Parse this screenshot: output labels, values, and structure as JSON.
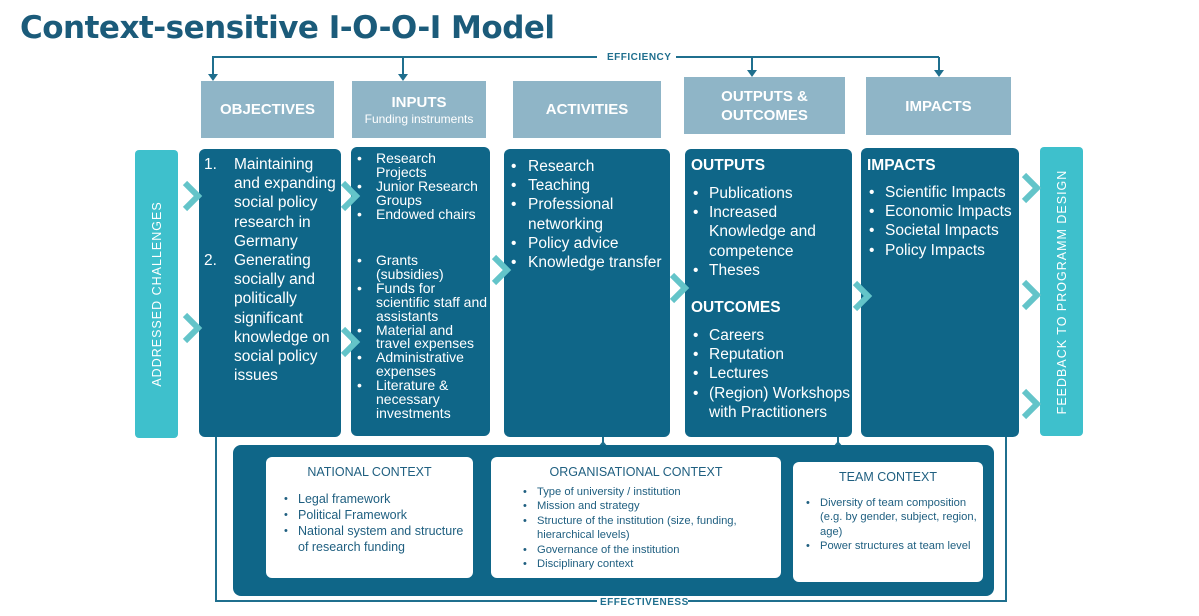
{
  "title": "Context-sensitive I-O-O-I Model",
  "efficiency_label": "EFFICIENCY",
  "effectiveness_label": "EFFECTIVENESS",
  "left_bar_label": "ADDRESSED  CHALLENGES",
  "right_bar_label": "FEEDBACK  TO  PROGRAMM DESIGN",
  "headers": {
    "objectives": "OBJECTIVES",
    "inputs": "INPUTS",
    "inputs_sub": "Funding instruments",
    "activities": "ACTIVITIES",
    "outputs_outcomes_line1": "OUTPUTS &",
    "outputs_outcomes_line2": "OUTCOMES",
    "impacts": "IMPACTS"
  },
  "objectives": [
    {
      "n": "1.",
      "text": "Maintaining and expanding social policy research in Germany"
    },
    {
      "n": "2.",
      "text": "Generating socially and politically significant knowledge on social policy issues"
    }
  ],
  "inputs": {
    "group1": [
      "Research Projects",
      "Junior Research Groups",
      "Endowed chairs"
    ],
    "group2": [
      "Grants (subsidies)",
      "Funds for scientific staff and assistants",
      "Material and travel expenses",
      "Administrative expenses",
      "Literature & necessary investments"
    ]
  },
  "activities": [
    "Research",
    "Teaching",
    "Professional networking",
    "Policy advice",
    "Knowledge transfer"
  ],
  "outputs": {
    "heading": "OUTPUTS",
    "items": [
      "Publications",
      "Increased Knowledge and competence",
      "Theses"
    ]
  },
  "outcomes": {
    "heading": "OUTCOMES",
    "items": [
      "Careers",
      "Reputation",
      "Lectures",
      "(Region) Workshops with Practitioners"
    ]
  },
  "impacts": {
    "heading": "IMPACTS",
    "items": [
      "Scientific Impacts",
      "Economic Impacts",
      "Societal Impacts",
      "Policy Impacts"
    ]
  },
  "contexts": {
    "national": {
      "title": "NATIONAL  CONTEXT",
      "items": [
        "Legal framework",
        "Political Framework",
        "National system and structure of research funding"
      ]
    },
    "organisational": {
      "title": "ORGANISATIONAL  CONTEXT",
      "items": [
        "Type of university / institution",
        "Mission and strategy",
        "Structure of the institution (size, funding, hierarchical levels)",
        "Governance of the institution",
        "Disciplinary context"
      ]
    },
    "team": {
      "title": "TEAM CONTEXT",
      "items": [
        "Diversity of team composition (e.g. by gender, subject, region, age)",
        "Power structures at team level"
      ]
    }
  },
  "colors": {
    "title": "#1b5b7a",
    "header": "#8fb5c7",
    "column": "#0f6688",
    "side_bar": "#3ec0cc",
    "chevron": "#63c4c9"
  }
}
